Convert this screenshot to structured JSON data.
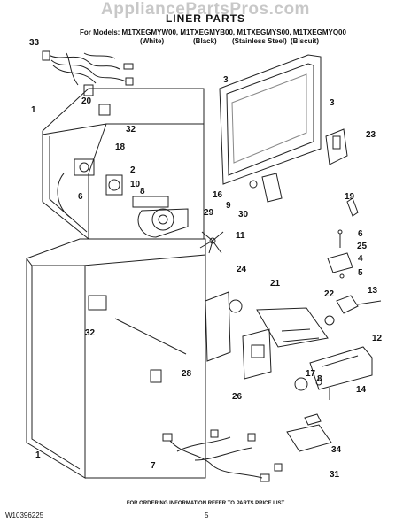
{
  "watermark": "AppliancePartsPros.com",
  "title": "LINER PARTS",
  "models_line": "For Models: M1TXEGMYW00, M1TXEGMYB00, M1TXEGMYS00, M1TXEGMYQ00",
  "variants": [
    "(White)",
    "(Black)",
    "(Stainless Steel)",
    "(Biscuit)"
  ],
  "callouts": [
    "33",
    "1",
    "20",
    "32",
    "18",
    "2",
    "10",
    "6",
    "8",
    "29",
    "3",
    "3",
    "23",
    "16",
    "9",
    "30",
    "19",
    "6",
    "11",
    "25",
    "4",
    "5",
    "24",
    "21",
    "13",
    "22",
    "12",
    "32",
    "17",
    "28",
    "8",
    "14",
    "26",
    "7",
    "34",
    "31",
    "1"
  ],
  "footer_note": "FOR ORDERING INFORMATION REFER TO PARTS PRICE LIST",
  "doc_number": "W10396225",
  "page_number": "5"
}
